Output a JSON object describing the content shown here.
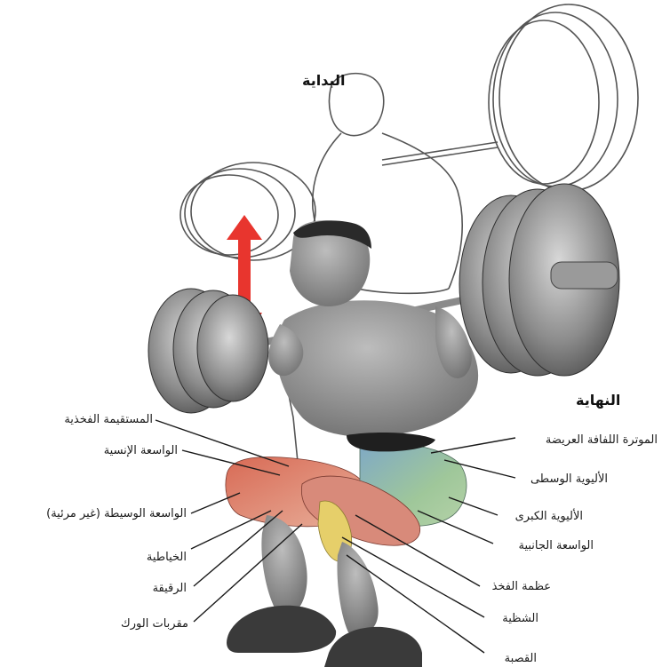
{
  "headers": {
    "start": "البداية",
    "end": "النهاية"
  },
  "labels": {
    "rectus_femoris": "المستقيمة الفخذية",
    "vastus_medialis": "الواسعة الإنسية",
    "vastus_intermedius": "الواسعة الوسيطة (غير مرئية)",
    "sartorius": "الخياطية",
    "gracilis": "الرقيقة",
    "adductors": "مقربات الورك",
    "tensor_fasciae_latae": "الموترة اللفافة العريضة",
    "gluteus_medius": "الأليوية الوسطى",
    "gluteus_maximus": "الأليوية الكبرى",
    "vastus_lateralis": "الواسعة الجانبية",
    "femur": "عظمة الفخذ",
    "fibula": "الشظية",
    "tibia": "القصبة"
  },
  "colors": {
    "arrow": "#e8352e",
    "muscle_red": "#c8463c",
    "muscle_pink": "#e6a08c",
    "muscle_blue": "#8fb4c8",
    "muscle_green": "#9fc79a",
    "bone_yellow": "#e6cf6a",
    "skin": "#9a9a9a",
    "shoe": "#3a3a3a"
  }
}
